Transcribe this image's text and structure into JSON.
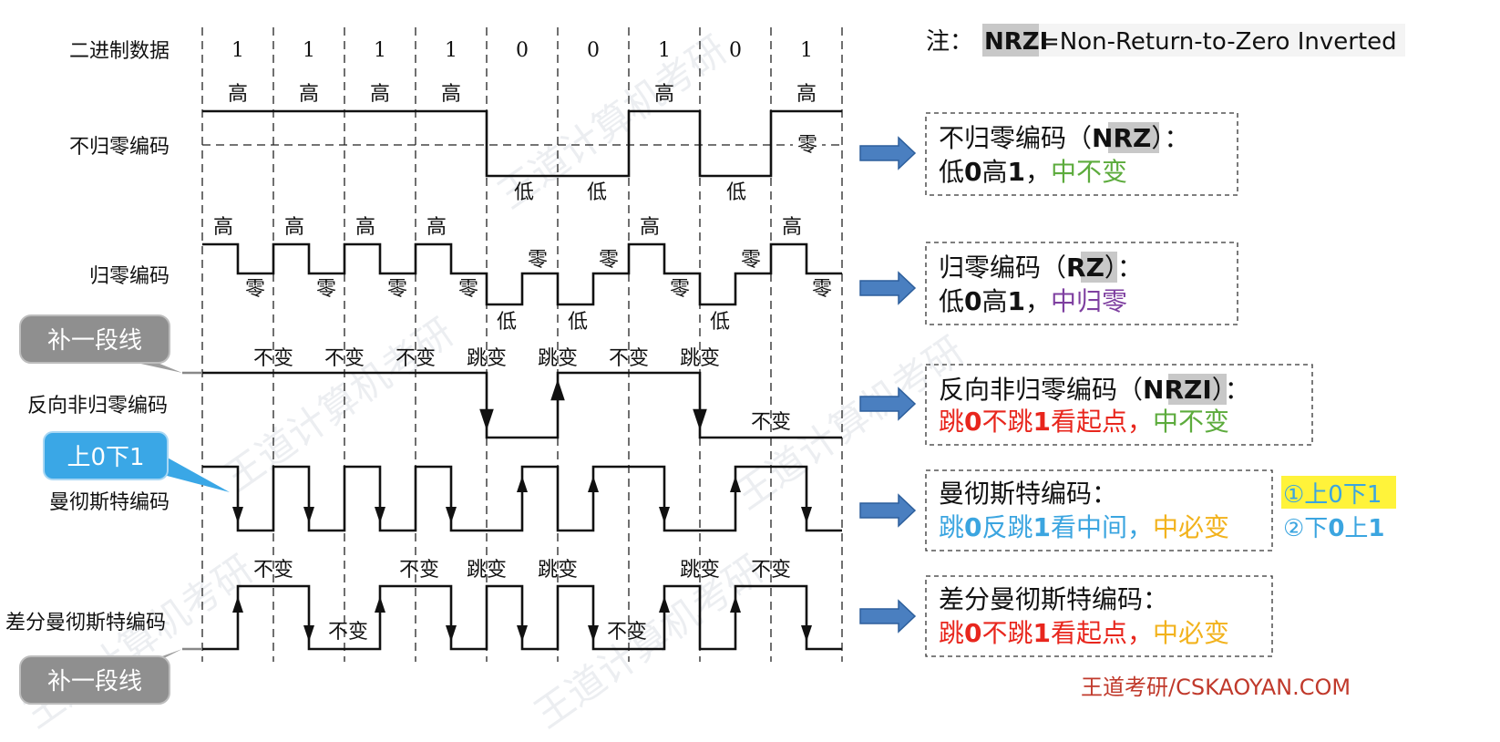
{
  "note": {
    "prefix": "注：",
    "abbr": "NRZI",
    "rest": "=Non-Return-to-Zero Inverted"
  },
  "binary_label": "二进制数据",
  "bits": [
    "1",
    "1",
    "1",
    "1",
    "0",
    "0",
    "1",
    "0",
    "1"
  ],
  "rows": {
    "nrz": {
      "label": "不归零编码"
    },
    "rz": {
      "label": "归零编码"
    },
    "nrzi": {
      "label": "反向非归零编码"
    },
    "man": {
      "label": "曼彻斯特编码"
    },
    "dman": {
      "label": "差分曼彻斯特编码"
    }
  },
  "words": {
    "high": "高",
    "low": "低",
    "zero": "零",
    "keep": "不变",
    "jump": "跳变"
  },
  "callouts": {
    "add_line_top": "补一段线",
    "add_line_bottom": "补一段线",
    "up0down1": "上0下1"
  },
  "boxes": {
    "nrz": {
      "title_a": "不归零编码（",
      "title_b": "NRZ",
      "title_c": "）：",
      "l1": "低",
      "l2": "0",
      "l3": "高",
      "l4": "1",
      "l5": "，",
      "l6": "中不变"
    },
    "rz": {
      "title_a": "归零编码（",
      "title_b": "RZ",
      "title_c": "）：",
      "l1": "低",
      "l2": "0",
      "l3": "高",
      "l4": "1",
      "l5": "，",
      "l6": "中归零"
    },
    "nrzi": {
      "title_a": "反向非归零编码（",
      "title_b": "NRZI",
      "title_c": "）：",
      "l1": "跳",
      "l2": "0",
      "l3": "不跳",
      "l4": "1",
      "l5": "看起点，",
      "l6": "中不变"
    },
    "man": {
      "title": "曼彻斯特编码：",
      "l1": "跳",
      "l2": "0",
      "l3": "反跳",
      "l4": "1",
      "l5": "看中间，",
      "l6": "中必变"
    },
    "dman": {
      "title": "差分曼彻斯特编码：",
      "l1": "跳",
      "l2": "0",
      "l3": "不跳",
      "l4": "1",
      "l5": "看起点，",
      "l6": "中必变"
    }
  },
  "side_notes": {
    "n1": "①上0下1",
    "n2_a": "②下",
    "n2_b": "0",
    "n2_c": "上",
    "n2_d": "1"
  },
  "footer": "王道考研/CSKAOYAN.COM",
  "watermark": "王道计算机考研",
  "colors": {
    "green": "#5cab3c",
    "purple": "#7e3fa0",
    "red": "#e8261d",
    "blue": "#3ba5e0",
    "orange": "#f2b21c",
    "highlight_yellow": "#fff33a",
    "gray_box": "#c8c8c8",
    "arrow_blue": "#4a7fc0",
    "footer_red": "#c0392b"
  }
}
